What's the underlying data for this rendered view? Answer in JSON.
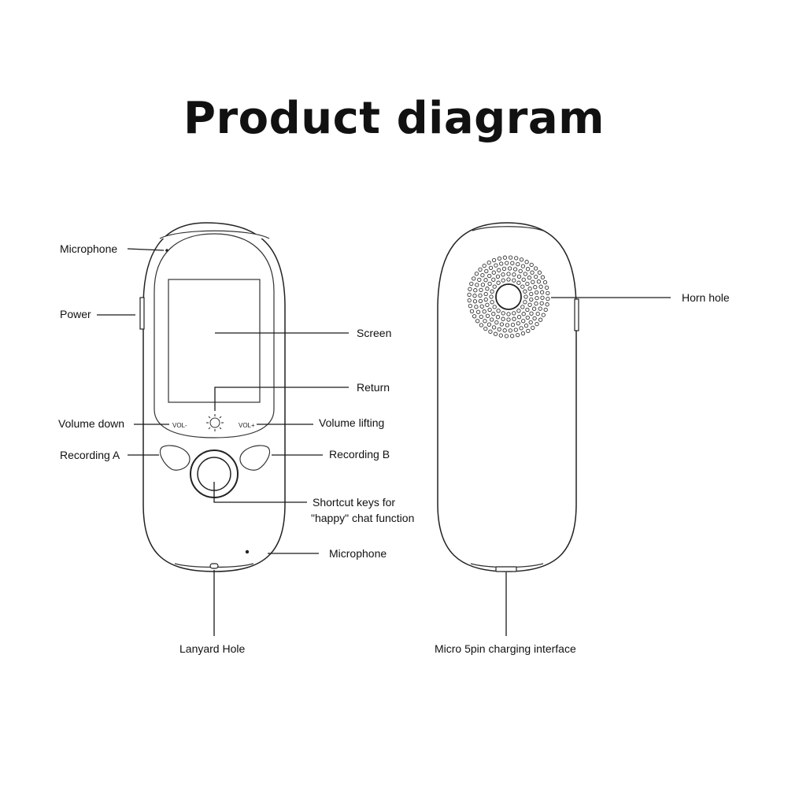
{
  "title": "Product diagram",
  "front_labels": {
    "microphone_top": "Microphone",
    "power": "Power",
    "screen": "Screen",
    "return": "Return",
    "volume_down": "Volume down",
    "volume_lifting": "Volume lifting",
    "recording_a": "Recording A",
    "recording_b": "Recording B",
    "shortcut_line1": "Shortcut keys for",
    "shortcut_line2": "\"happy\" chat function",
    "microphone_bottom": "Microphone",
    "lanyard_hole": "Lanyard Hole"
  },
  "button_marks": {
    "vol_minus": "VOL-",
    "vol_plus": "VOL+"
  },
  "back_labels": {
    "horn_hole": "Horn hole",
    "charging": "Micro 5pin charging interface"
  }
}
